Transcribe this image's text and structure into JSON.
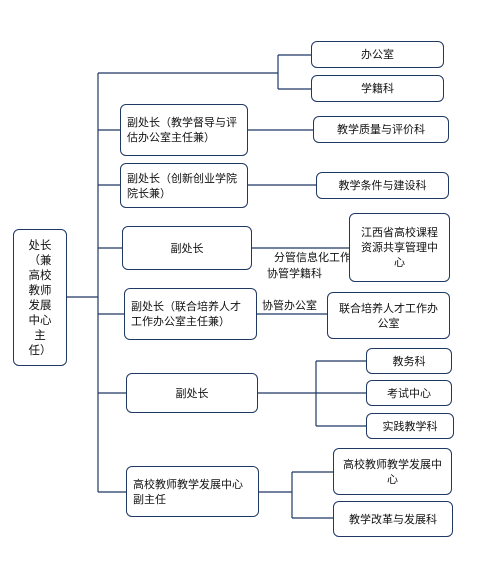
{
  "root": {
    "label": "处长（兼高校教师发展中心主任）"
  },
  "units": [
    {
      "label": "副处长（教学督导与评估办公室主任兼）",
      "link_label": "",
      "children": [
        "教学质量与评价科"
      ]
    },
    {
      "label": "副处长（创新创业学院院长兼）",
      "link_label": "",
      "children": [
        "教学条件与建设科"
      ]
    },
    {
      "label": "副处长",
      "link_label": "分管信息化工作\n协管学籍科",
      "children": [
        "江西省高校课程资源共享管理中心"
      ]
    },
    {
      "label": "副处长（联合培养人才工作办公室主任兼）",
      "link_label": "协管办公室",
      "children": [
        "联合培养人才工作办公室"
      ]
    },
    {
      "label": "副处长",
      "link_label": "",
      "children": [
        "教务科",
        "考试中心",
        "实践教学科"
      ]
    },
    {
      "label": "高校教师教学发展中心副主任",
      "link_label": "",
      "children": [
        "高校教师教学发展中心",
        "教学改革与发展科"
      ]
    }
  ],
  "direct_units": [
    "办公室",
    "学籍科"
  ]
}
